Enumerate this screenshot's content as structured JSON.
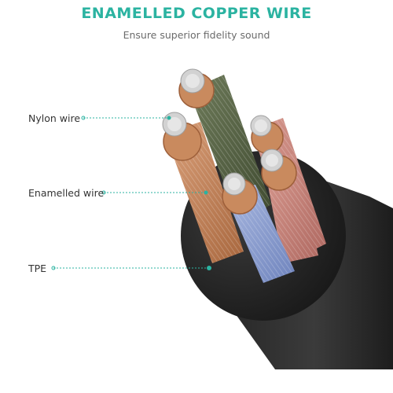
{
  "header": {
    "title": "ENAMELLED COPPER WIRE",
    "subtitle": "Ensure superior fidelity sound"
  },
  "callouts": [
    {
      "label": "Nylon wire"
    },
    {
      "label": "Enamelled wire"
    },
    {
      "label": "TPE"
    }
  ],
  "colors": {
    "accent": "#2bb3a1",
    "jacket": "#262626",
    "copper": "#c98a5e",
    "silver_core": "#c7c7c7",
    "wire_red": "#c9857c",
    "wire_blue": "#8a9fd0",
    "wire_green": "#5d6a4a"
  }
}
